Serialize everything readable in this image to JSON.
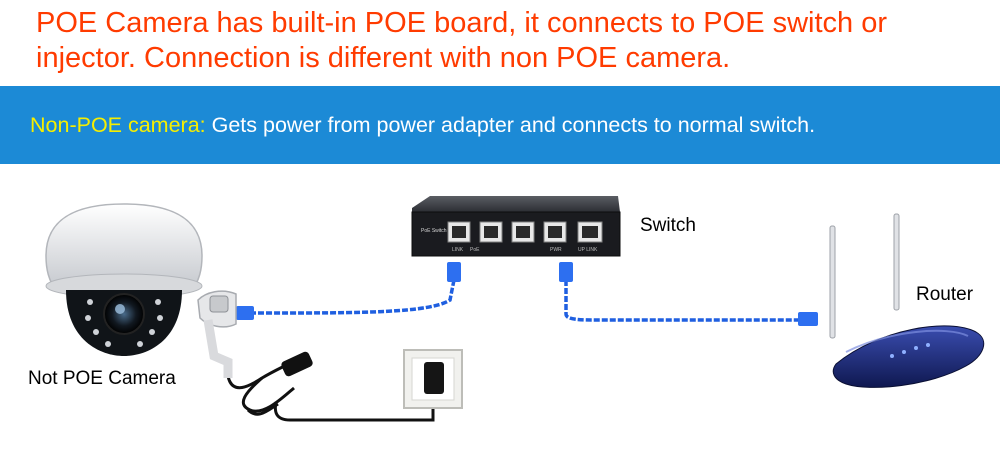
{
  "header": {
    "headline": "POE Camera has built-in POE board, it connects to POE switch or injector. Connection is different with non POE camera."
  },
  "banner": {
    "label": "Non-POE camera:",
    "text": " Gets power from power adapter and connects to normal switch."
  },
  "diagram": {
    "camera_label": "Not POE Camera",
    "switch_label": "Switch",
    "router_label": "Router",
    "switch_panel_text": "PoE Switch",
    "switch_port_labels": [
      "LINK",
      "PoE"
    ],
    "switch_pwr_text": "PWR",
    "switch_uplink_text": "UP LINK"
  },
  "colors": {
    "headline": "#ff3b00",
    "banner_bg": "#1c8ad6",
    "banner_label": "#f6ee00",
    "cable": "#1f5fe0",
    "router": "#1b2a7a"
  }
}
